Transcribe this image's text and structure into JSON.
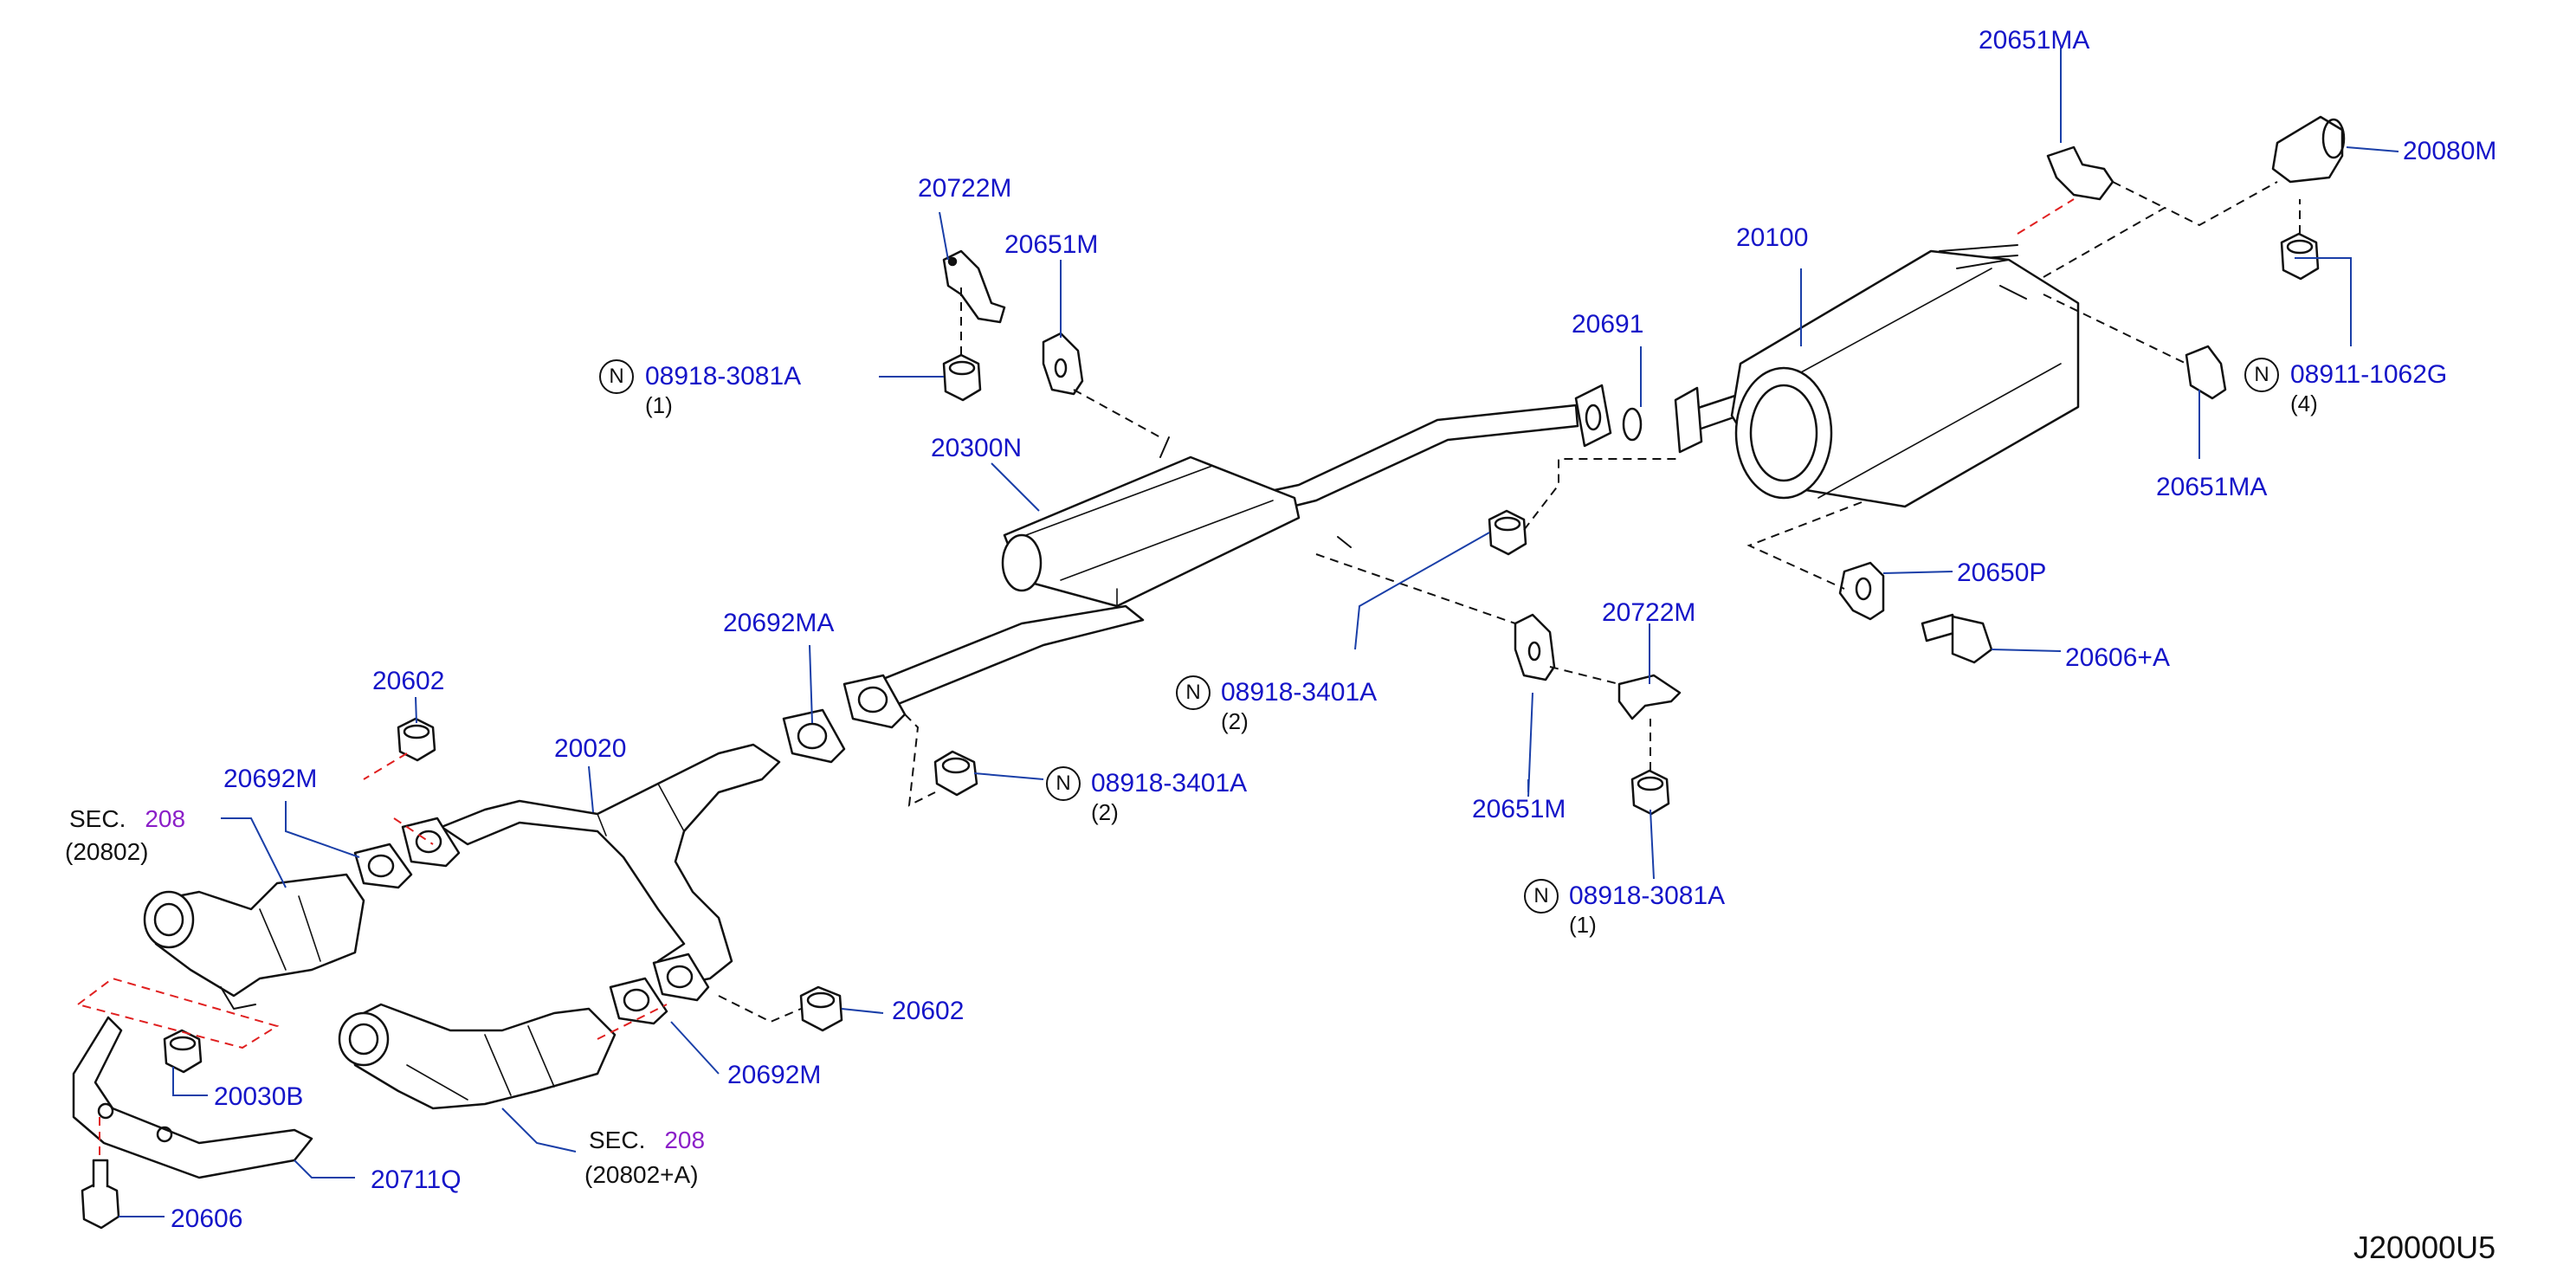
{
  "labels": {
    "p20651MA_top": "20651MA",
    "p20080M": "20080M",
    "p20722M_a": "20722M",
    "p20651M_a": "20651M",
    "p20100": "20100",
    "p20691": "20691",
    "n08918_3081A_a": "08918-3081A",
    "n08918_3081A_a_qty": "(1)",
    "p20300N": "20300N",
    "n08911_1062G": "08911-1062G",
    "n08911_1062G_qty": "(4)",
    "p20651MA_right": "20651MA",
    "p20650P": "20650P",
    "p20606A": "20606+A",
    "p20722M_b": "20722M",
    "p20692MA": "20692MA",
    "n08918_3401A_a": "08918-3401A",
    "n08918_3401A_a_qty": "(2)",
    "p20602_a": "20602",
    "p20020": "20020",
    "n08918_3401A_b": "08918-3401A",
    "n08918_3401A_b_qty": "(2)",
    "p20651M_b": "20651M",
    "p20692M_a": "20692M",
    "n08918_3081A_b": "08918-3081A",
    "n08918_3081A_b_qty": "(1)",
    "p20602_b": "20602",
    "p20692M_b": "20692M",
    "p20030B": "20030B",
    "p20711Q": "20711Q",
    "p20606": "20606"
  },
  "sections": {
    "sec_left": {
      "prefix": "SEC.",
      "number": "208",
      "ref": "(20802)"
    },
    "sec_bottom": {
      "prefix": "SEC.",
      "number": "208",
      "ref": "(20802+A)"
    }
  },
  "nut_symbol": "N",
  "diagram_code": "J20000U5",
  "colors": {
    "label_blue": "#1515c8",
    "section_purple": "#8b1fc8",
    "red_line": "#e02020",
    "line": "#111111"
  }
}
